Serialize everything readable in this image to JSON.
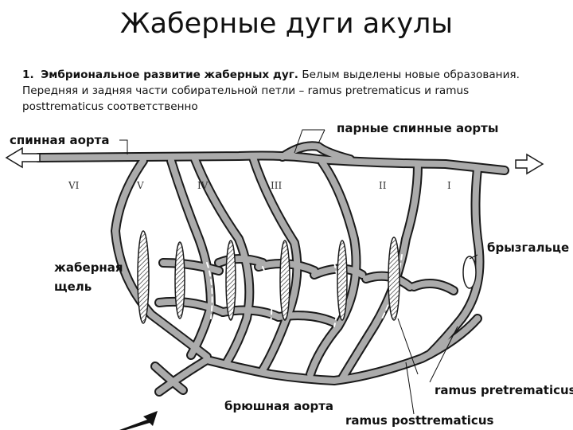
{
  "title": "Жаберные дуги акулы",
  "caption": {
    "number": "1.",
    "bold_text": "Эмбриональное развитие жаберных дуг.",
    "line1_rest": "Белым выделены новые образования.",
    "line2": "Передняя и задняя части собирательной петли – ramus pretrematicus и ramus",
    "line3": "posttrematicus соответственно"
  },
  "labels": {
    "dorsal_aorta": "спинная аорта",
    "paired_dorsal_aortae": "парные спинные аорты",
    "spiracle": "брызгальце",
    "gill_slit_line1": "жаберная",
    "gill_slit_line2": "щель",
    "ramus_pretrematicus": "ramus pretrematicus",
    "ventral_aorta": "брюшная аорта",
    "ramus_posttrematicus": "ramus posttrematicus"
  },
  "arch_numerals": [
    "VI",
    "V",
    "IV",
    "III",
    "II",
    "I"
  ],
  "colors": {
    "vessel": "#ababab",
    "outline": "#1a1a1a",
    "text": "#111111"
  }
}
